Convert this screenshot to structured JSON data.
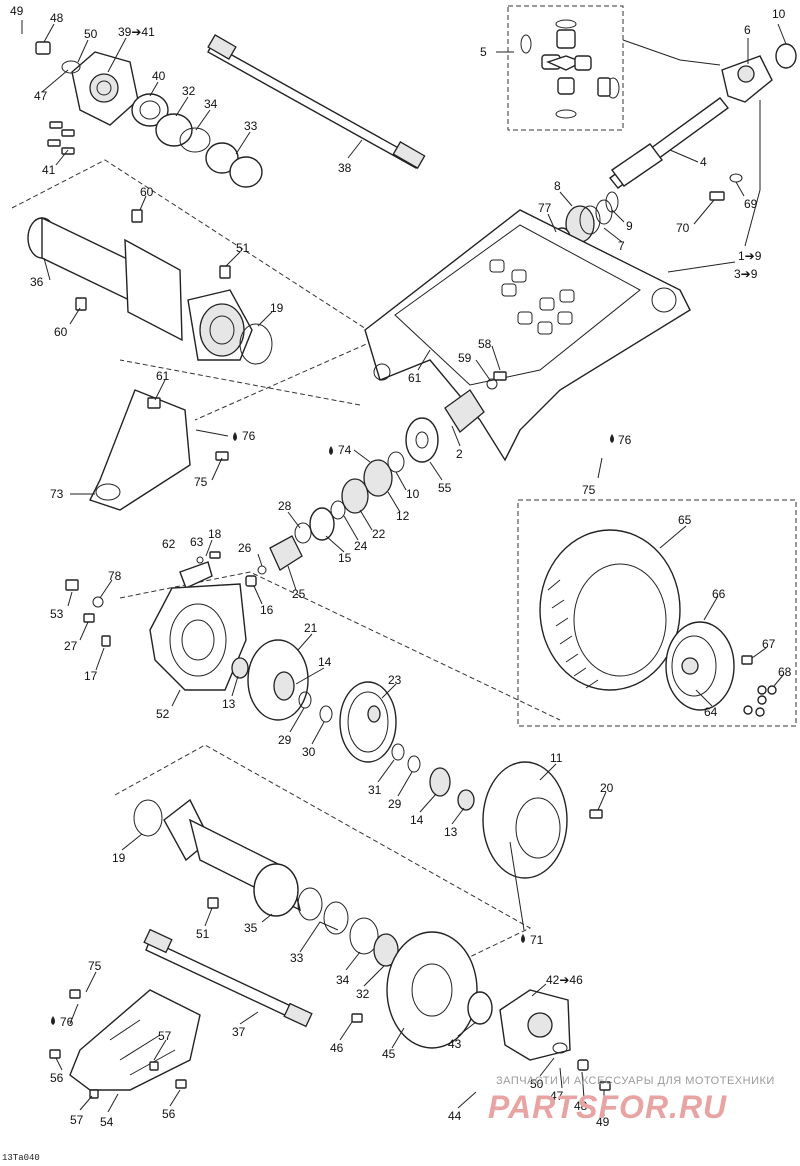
{
  "diagram_ref": "13Ta040",
  "callouts": {
    "c49a": "49",
    "c48a": "48",
    "c50a": "50",
    "c39": "39➔41",
    "c47a": "47",
    "c40": "40",
    "c32a": "32",
    "c34a": "34",
    "c33a": "33",
    "c41": "41",
    "c38": "38",
    "c5": "5",
    "c6": "6",
    "c10a": "10",
    "c4": "4",
    "c8": "8",
    "c77": "77",
    "c9a": "9",
    "c7": "7",
    "c70": "70",
    "c69": "69",
    "c19to9": "1➔9",
    "c3to9": "3➔9",
    "c60a": "60",
    "c36": "36",
    "c51a": "51",
    "c19a": "19",
    "c60b": "60",
    "c61b": "61",
    "c58": "58",
    "c59": "59",
    "c61a": "61",
    "c76a": "76",
    "c75a": "75",
    "c73": "73",
    "c74": "74",
    "c2": "2",
    "c10b": "10",
    "c12": "12",
    "c55": "55",
    "c76b": "76",
    "c75b": "75",
    "c28": "28",
    "c22": "22",
    "c24": "24",
    "c15": "15",
    "c62": "62",
    "c63": "63",
    "c18": "18",
    "c26": "26",
    "c25": "25",
    "c78": "78",
    "c53": "53",
    "c16": "16",
    "c27": "27",
    "c17": "17",
    "c21": "21",
    "c14a": "14",
    "c13a": "13",
    "c52": "52",
    "c29a": "29",
    "c30": "30",
    "c23": "23",
    "c65": "65",
    "c66": "66",
    "c67": "67",
    "c68": "68",
    "c64": "64",
    "c11": "11",
    "c20": "20",
    "c31": "31",
    "c29b": "29",
    "c14b": "14",
    "c13b": "13",
    "c19b": "19",
    "c51b": "51",
    "c35": "35",
    "c33b": "33",
    "c71": "71",
    "c34b": "34",
    "c32b": "32",
    "c75c": "75",
    "c76c": "76",
    "c37": "37",
    "c42": "42➔46",
    "c46": "46",
    "c45": "45",
    "c43": "43",
    "c56a": "56",
    "c57a": "57",
    "c50b": "50",
    "c47b": "47",
    "c48b": "48",
    "c49b": "49",
    "c57b": "57",
    "c54": "54",
    "c56b": "56",
    "c44": "44"
  },
  "watermark": {
    "line1": "ЗАПЧАСТИ И АКСЕССУАРЫ ДЛЯ МОТОТЕХНИКИ",
    "line2": "PARTSFOR.RU"
  },
  "colors": {
    "ink": "#222222",
    "paper": "#ffffff",
    "watermark": "#e8a3a3"
  }
}
